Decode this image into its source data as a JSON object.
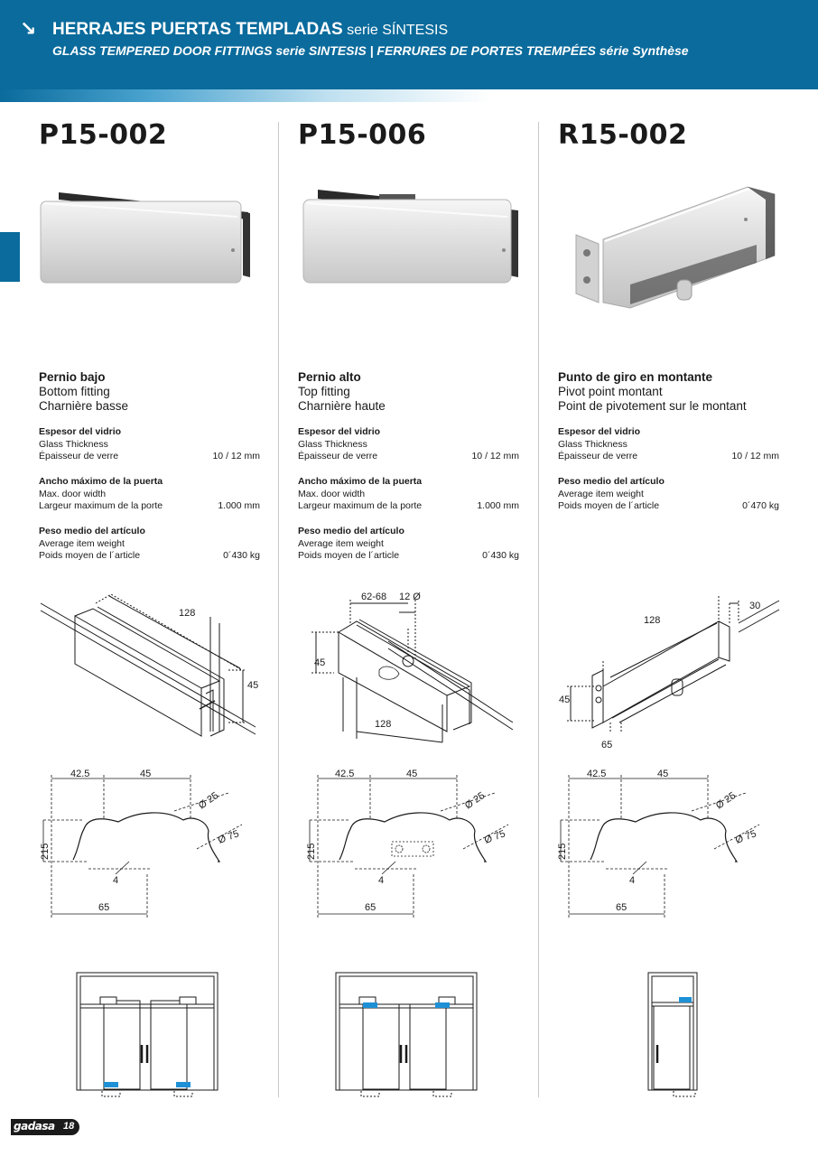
{
  "header": {
    "icon": "arrow-down-right-icon",
    "title": "HERRAJES PUERTAS TEMPLADAS",
    "title_serie": "serie SÍNTESIS",
    "subtitle": "GLASS TEMPERED DOOR FITTINGS serie SINTESIS | FERRURES DE PORTES TREMPÉES série Synthèse",
    "color": "#0a6b9c"
  },
  "products": [
    {
      "code": "P15-002",
      "name_es": "Pernio bajo",
      "name_en": "Bottom fitting",
      "name_fr": "Charnière basse",
      "specs": [
        {
          "es": "Espesor del vidrio",
          "en": "Glass Thickness",
          "fr": "Épaisseur de verre",
          "value": "10 / 12 mm"
        },
        {
          "es": "Ancho máximo de la puerta",
          "en": "Max. door width",
          "fr": "Largeur maximum de la porte",
          "value": "1.000 mm"
        },
        {
          "es": "Peso medio del artículo",
          "en": "Average item weight",
          "fr": "Poids moyen de l´article",
          "value": "0´430 kg"
        }
      ],
      "dims3d": {
        "a": "128",
        "b": "45"
      },
      "profile": {
        "d1": "42.5",
        "d2": "45",
        "r1": "Ø 25",
        "r2": "Ø 75",
        "h": "215",
        "gap": "4",
        "w": "65"
      }
    },
    {
      "code": "P15-006",
      "name_es": "Pernio alto",
      "name_en": "Top fitting",
      "name_fr": "Charnière haute",
      "specs": [
        {
          "es": "Espesor del vidrio",
          "en": "Glass Thickness",
          "fr": "Épaisseur de verre",
          "value": "10 / 12 mm"
        },
        {
          "es": "Ancho máximo de la puerta",
          "en": "Max. door width",
          "fr": "Largeur maximum de la porte",
          "value": "1.000 mm"
        },
        {
          "es": "Peso medio del artículo",
          "en": "Average item weight",
          "fr": "Poids moyen de l´article",
          "value": "0´430 kg"
        }
      ],
      "dims3d": {
        "a": "62-68",
        "b": "12 Ø",
        "c": "45",
        "d": "128"
      },
      "profile": {
        "d1": "42.5",
        "d2": "45",
        "r1": "Ø 25",
        "r2": "Ø 75",
        "h": "215",
        "gap": "4",
        "w": "65"
      }
    },
    {
      "code": "R15-002",
      "name_es": "Punto de giro en montante",
      "name_en": "Pivot point montant",
      "name_fr": "Point de pivotement sur le montant",
      "specs": [
        {
          "es": "Espesor del vidrio",
          "en": "Glass Thickness",
          "fr": "Épaisseur de verre",
          "value": "10 / 12 mm"
        },
        {
          "es": "Peso medio del artículo",
          "en": "Average item weight",
          "fr": "Poids moyen de l´article",
          "value": "0´470 kg"
        }
      ],
      "dims3d": {
        "a": "128",
        "b": "30",
        "c": "45",
        "d": "65"
      },
      "profile": {
        "d1": "42.5",
        "d2": "45",
        "r1": "Ø 25",
        "r2": "Ø 75",
        "h": "215",
        "gap": "4",
        "w": "65"
      }
    }
  ],
  "footer": {
    "brand": "gadasa",
    "page": "18"
  }
}
